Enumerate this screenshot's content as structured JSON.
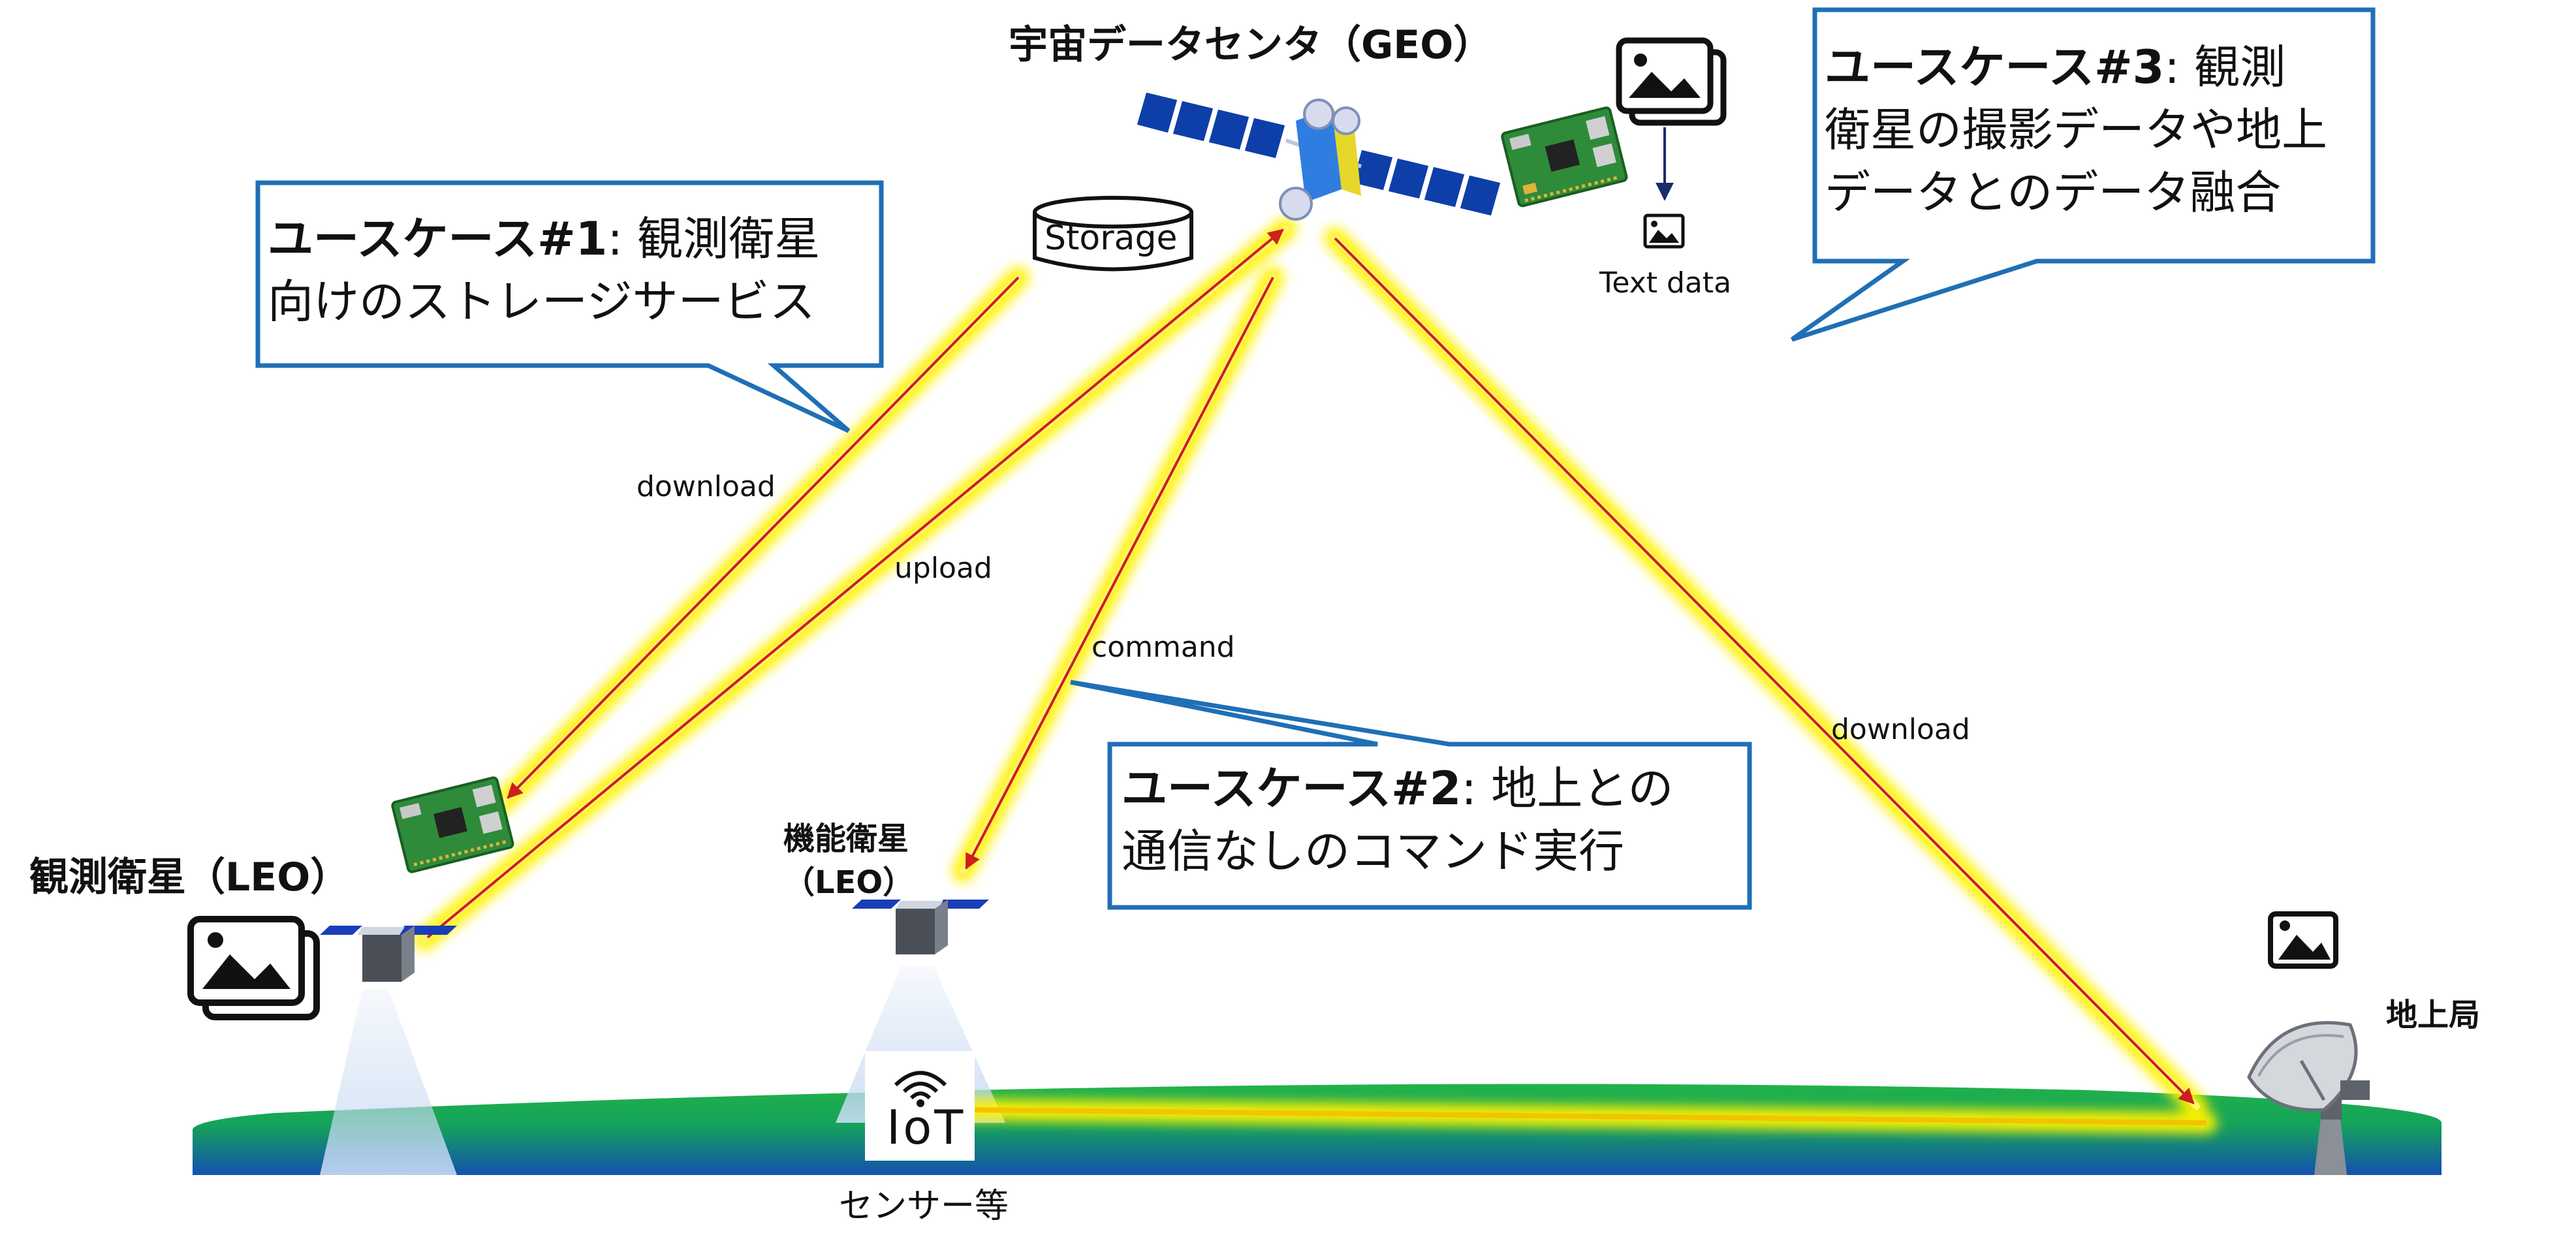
{
  "nodes": {
    "geo_title": "宇宙データセンタ（GEO）",
    "leo_obs_title": "観測衛星（LEO）",
    "leo_func_title": "機能衛星",
    "leo_func_sub": "（LEO）",
    "ground_station": "地上局",
    "storage": "Storage",
    "text_data": "Text data",
    "sensor": "センサー等",
    "iot": "IoT"
  },
  "links": {
    "download_1": "download",
    "upload": "upload",
    "command": "command",
    "download_2": "download"
  },
  "callouts": {
    "uc1": {
      "title": "ユースケース#1",
      "line1": ": 観測衛星",
      "line2": "向けのストレージサービス"
    },
    "uc2": {
      "title": "ユースケース#2",
      "line1": ": 地上との",
      "line2": "通信なしのコマンド実行"
    },
    "uc3": {
      "title": "ユースケース#3",
      "line1": ": 観測",
      "line2": "衛星の撮影データや地上",
      "line3": "データとのデータ融合"
    }
  },
  "icons": {
    "satellite_geo": "satellite-icon",
    "satellite_leo": "cube-satellite-icon",
    "board": "circuit-board-icon",
    "image": "image-icon",
    "antenna": "parabolic-antenna-icon",
    "iot": "iot-wireless-icon"
  },
  "colors": {
    "link_glow": "#fff200",
    "link_line": "#cc1f1f",
    "callout_border": "#1f6fb6",
    "earth_green": "#1aa64a",
    "earth_blue": "#1a63b5",
    "panel_blue": "#0e3fa8"
  }
}
